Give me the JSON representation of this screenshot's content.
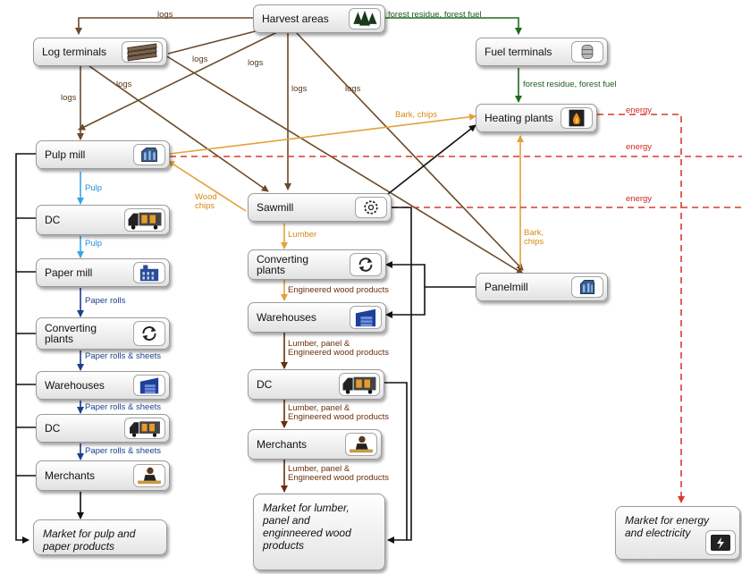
{
  "nodes": {
    "harvest": "Harvest areas",
    "log_terminals": "Log terminals",
    "fuel_terminals": "Fuel terminals",
    "heating_plants": "Heating plants",
    "pulp_mill": "Pulp mill",
    "sawmill": "Sawmill",
    "panelmill": "Panelmill",
    "converting_mid": "Converting\nplants",
    "warehouses_mid": "Warehouses",
    "dc_mid": "DC",
    "merchants_mid": "Merchants",
    "dc_left": "DC",
    "paper_mill": "Paper mill",
    "converting_left": "Converting\nplants",
    "warehouses_left": "Warehouses",
    "dc_left2": "DC",
    "merchants_left": "Merchants"
  },
  "markets": {
    "pulp_paper": "Market for pulp and\npaper products",
    "lumber": "Market for lumber,\npanel and\nenginneered wood\nproducts",
    "energy": "Market for energy\nand electricity"
  },
  "edge_labels": {
    "logs_top": "logs",
    "logs_a": "logs",
    "logs_b": "logs",
    "logs_c": "logs",
    "logs_d": "logs",
    "logs_e": "logs",
    "residue_top": "forest residue, forest fuel",
    "residue_mid": "forest residue, forest fuel",
    "bark_chips_top": "Bark, chips",
    "energy_1": "energy",
    "energy_2": "energy",
    "energy_3": "energy",
    "wood_chips": "Wood\nchips",
    "pulp_1": "Pulp",
    "pulp_2": "Pulp",
    "paper_rolls": "Paper rolls",
    "paper_rolls_sheets_1": "Paper rolls & sheets",
    "paper_rolls_sheets_2": "Paper rolls & sheets",
    "paper_rolls_sheets_3": "Paper rolls & sheets",
    "lumber": "Lumber",
    "engineered": "Engineered wood products",
    "lpe_1": "Lumber, panel &\nEngineered wood products",
    "lpe_2": "Lumber, panel &\nEngineered wood products",
    "lpe_3": "Lumber, panel &\nEngineered wood products",
    "bark_chips_right": "Bark,\nchips"
  },
  "icons": {
    "harvest": "trees-icon",
    "log_terminals": "log-pile-icon",
    "fuel_terminals": "fuel-tank-icon",
    "heating_plants": "fire-icon",
    "pulp_mill": "factory-icon",
    "sawmill": "saw-gear-icon",
    "panelmill": "factory-icon",
    "converting": "cycle-arrows-icon",
    "warehouses": "warehouse-icon",
    "dc": "truck-icon",
    "paper_mill": "paper-mill-icon",
    "merchants": "merchant-person-icon",
    "energy_market": "power-outlet-icon"
  },
  "colors": {
    "logs": "#6b4a2a",
    "forest_fuel": "#1d6b1d",
    "chips": "#e2a23a",
    "energy": "#d93a2b",
    "pulp": "#39a5e6",
    "paper": "#1c3f8c",
    "wood_products": "#6b2e0a",
    "market_flow": "#111111"
  }
}
